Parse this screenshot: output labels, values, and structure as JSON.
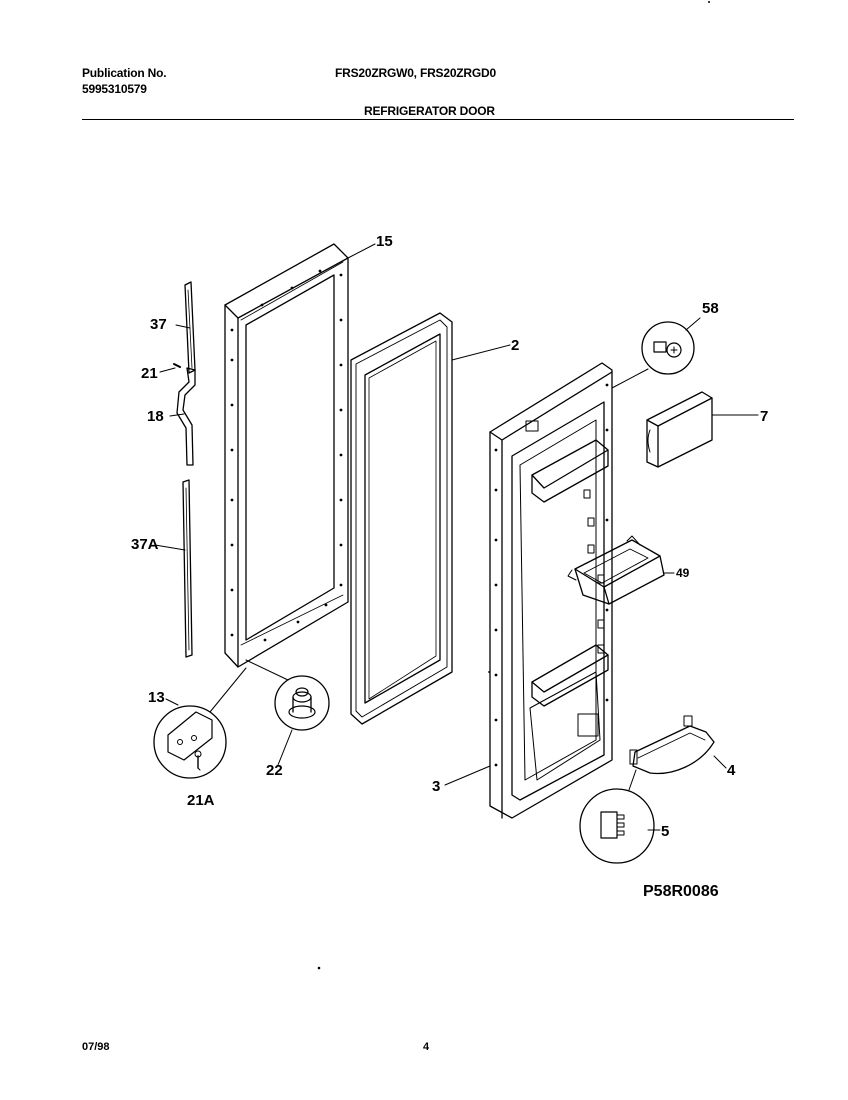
{
  "header": {
    "publication_label": "Publication No.",
    "publication_number": "5995310579",
    "models": "FRS20ZRGW0, FRS20ZRGD0",
    "section_title": "REFRIGERATOR DOOR"
  },
  "diagram": {
    "callouts": {
      "c15": "15",
      "c2": "2",
      "c58": "58",
      "c7": "7",
      "c37": "37",
      "c21": "21",
      "c18": "18",
      "c37a": "37A",
      "c49": "49",
      "c13": "13",
      "c22": "22",
      "c21a": "21A",
      "c3": "3",
      "c4": "4",
      "c5": "5"
    },
    "drawing_code": "P58R0086"
  },
  "footer": {
    "date": "07/98",
    "page": "4"
  }
}
